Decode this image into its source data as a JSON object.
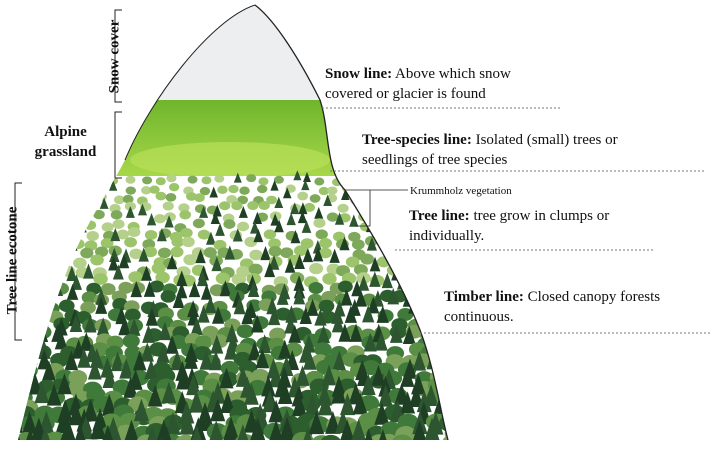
{
  "zones": {
    "snow_cover": "Snow cover",
    "alpine_grassland_1": "Alpine",
    "alpine_grassland_2": "grassland",
    "tree_line_ecotone": "Tree line ecotone"
  },
  "lines": [
    {
      "term": "Snow line:",
      "desc1": "Above which snow",
      "desc2": "covered or glacier is found"
    },
    {
      "term": "Tree-species line:",
      "desc1": "Isolated (small) trees or",
      "desc2": "seedlings of tree species"
    },
    {
      "term": "Tree line:",
      "desc1": "tree grow in clumps or",
      "desc2": "individually."
    },
    {
      "term": "Timber line:",
      "desc1": "Closed canopy forests",
      "desc2": "continuous."
    }
  ],
  "krummholz": "Krummholz vegetation",
  "colors": {
    "snow": "#eef0f2",
    "grass": "#8cc83a",
    "forest": "#2f5a2a",
    "outline": "#222222"
  }
}
